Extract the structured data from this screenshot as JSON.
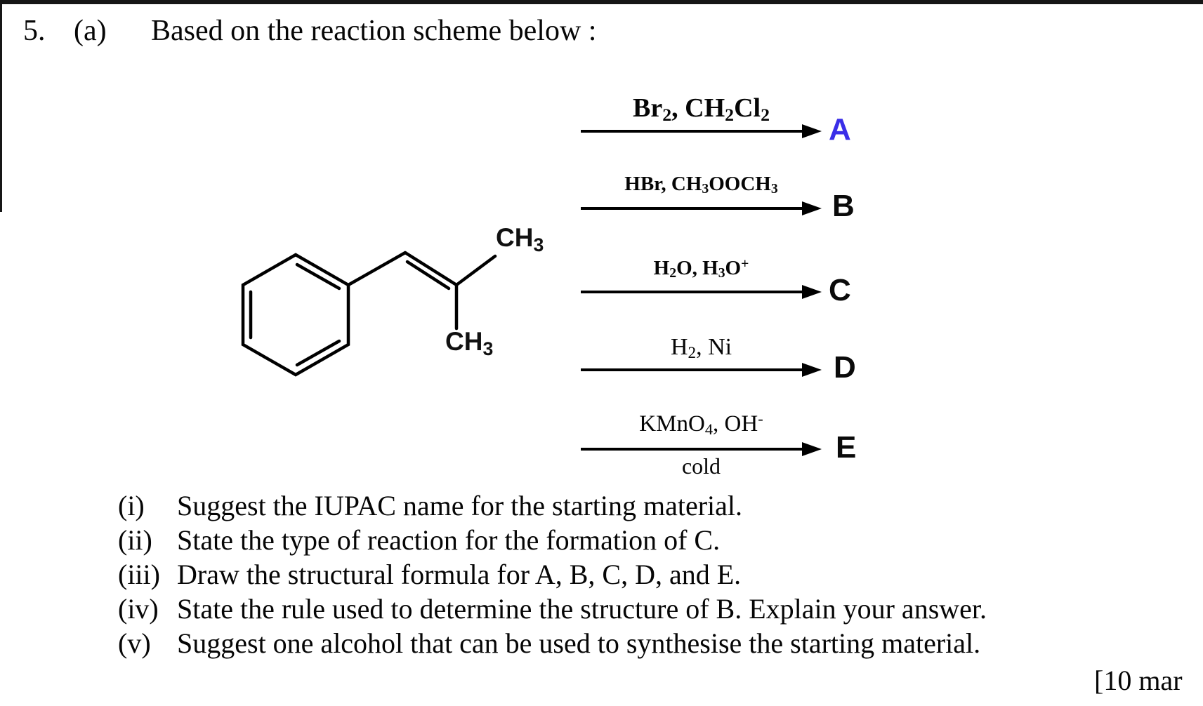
{
  "colors": {
    "product_a_blue": "#3a2ee8",
    "product_default": "#0a0a0a",
    "ink": "#060606"
  },
  "heading": {
    "question_number": "5.",
    "part_label": "(a)",
    "text": "Based on the reaction scheme below :"
  },
  "molecule": {
    "description": "benzene ring attached to CH=C(CH3)CH3 (2-methyl-1-phenylpropene)",
    "top_methyl": {
      "base": "CH",
      "sub": "3"
    },
    "bottom_methyl": {
      "base": "CH",
      "sub": "3"
    }
  },
  "reactions": [
    {
      "f0": "Br",
      "s0": "2",
      "f1": ", CH",
      "s1": "2",
      "f2": "Cl",
      "s2": "2",
      "product": "A",
      "product_color": "#3a2ee8"
    },
    {
      "f0": "HBr, CH",
      "s0": "3",
      "f1": "OOCH",
      "s1": "3",
      "product": "B",
      "product_color": "#0a0a0a"
    },
    {
      "f0": "H",
      "s0": "2",
      "f1": "O, H",
      "s1": "3",
      "f2": "O",
      "sp": "+",
      "product": "C",
      "product_color": "#0a0a0a"
    },
    {
      "f0": "H",
      "s0": "2",
      "f1": ", Ni",
      "product": "D",
      "product_color": "#0a0a0a"
    },
    {
      "f0": "KMnO",
      "s0": "4",
      "f1": ", OH",
      "sp": "-",
      "below": "cold",
      "product": "E",
      "product_color": "#0a0a0a"
    }
  ],
  "subquestions": [
    {
      "label": "(i)",
      "text": "Suggest the IUPAC name for the starting material."
    },
    {
      "label": "(ii)",
      "text": "State the type of reaction for the formation of C."
    },
    {
      "label": "(iii)",
      "text": "Draw the structural formula for A, B, C, D, and E."
    },
    {
      "label": "(iv)",
      "text": "State the rule used to determine the structure of B. Explain your answer."
    },
    {
      "label": "(v)",
      "text": "Suggest one alcohol that can be used to synthesise the starting material."
    }
  ],
  "marks_note": "[10 mar"
}
